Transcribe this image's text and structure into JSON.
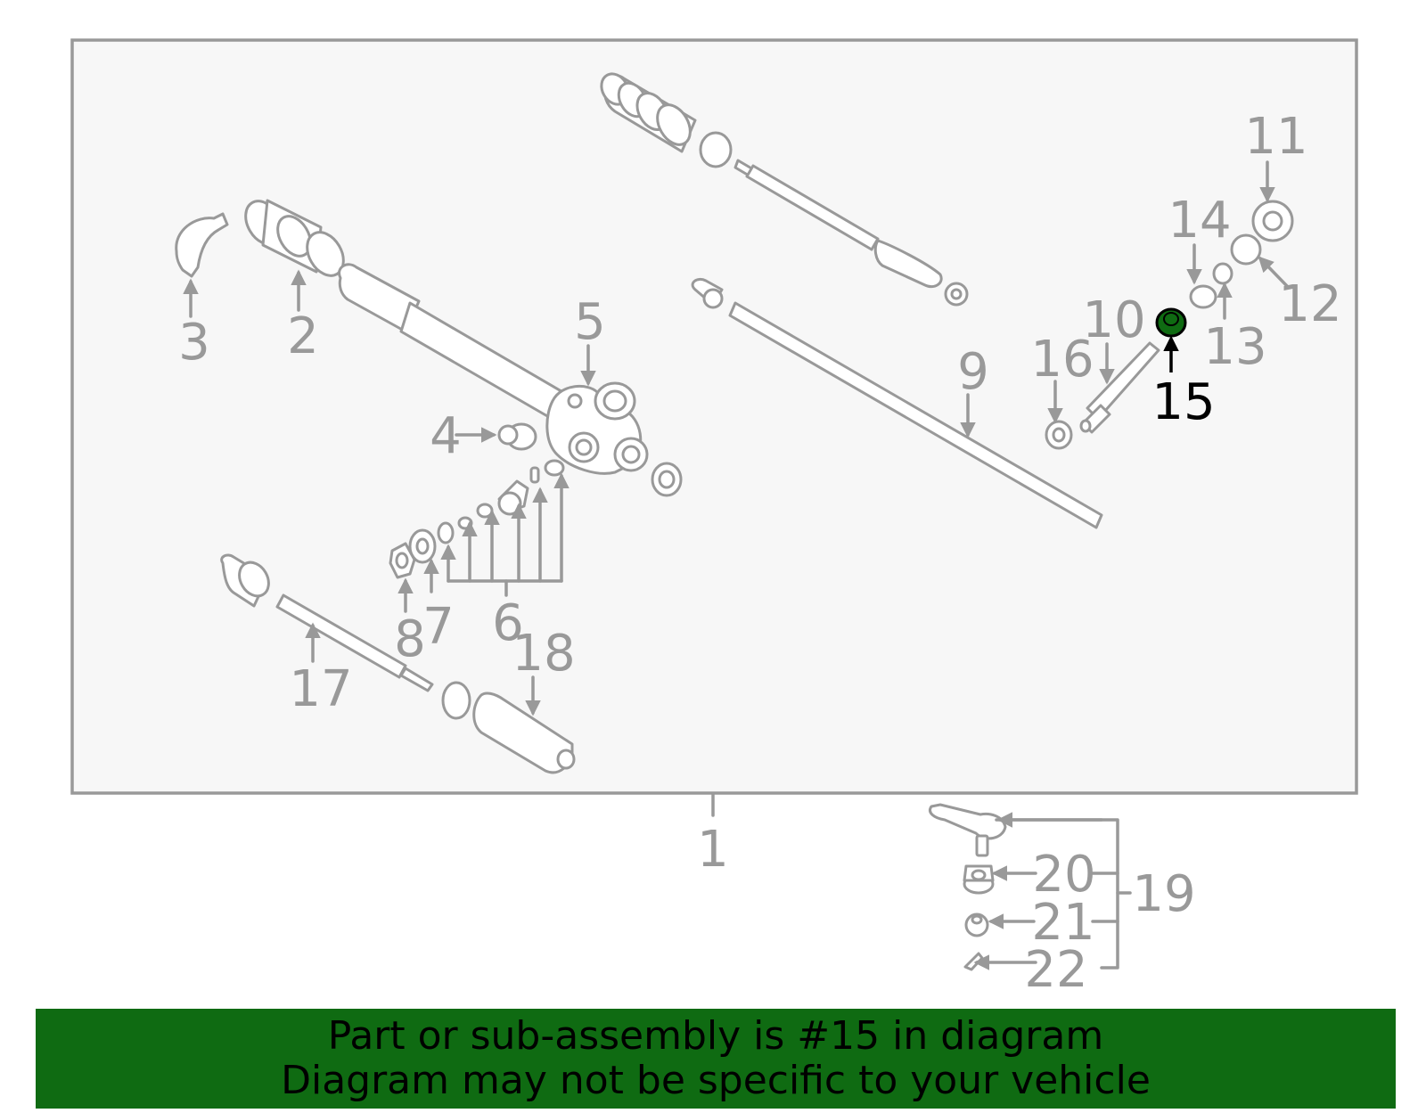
{
  "diagram": {
    "highlight_color": "#0f6b12",
    "line_color": "#999999",
    "highlighted_part": "15",
    "callouts": [
      "1",
      "2",
      "3",
      "4",
      "5",
      "6",
      "7",
      "8",
      "9",
      "10",
      "11",
      "12",
      "13",
      "14",
      "15",
      "16",
      "17",
      "18",
      "19",
      "20",
      "21",
      "22"
    ]
  },
  "banner": {
    "line1": "Part or sub-assembly is #15 in diagram",
    "line2": "Diagram may not be specific to your vehicle"
  }
}
